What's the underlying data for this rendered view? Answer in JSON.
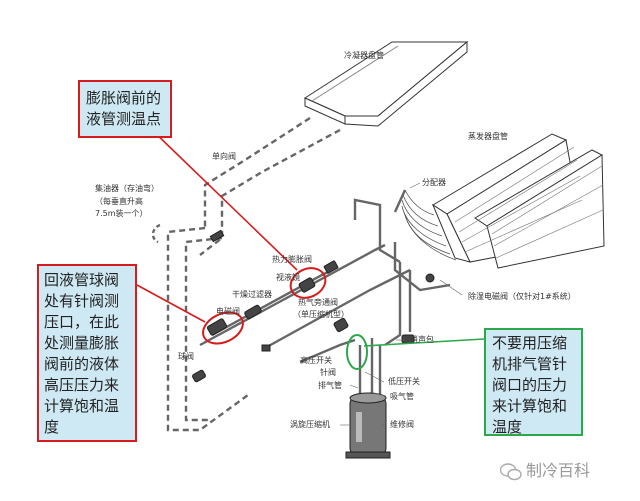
{
  "labels": {
    "condenser_coil": "冷凝器盘管",
    "evaporator_coil": "蒸发器盘管",
    "check_valve": "单向阀",
    "accumulator": "集油器（存油弯）",
    "accumulator_note_1": "（每垂直升高",
    "accumulator_note_2": "7.5m装一个）",
    "distributor": "分配器",
    "txv": "热力膨胀阀",
    "sight_glass": "视液镜",
    "filter_drier": "干燥过滤器",
    "ball_valve": "球阀",
    "hot_gas_bypass": "热气旁通阀",
    "hot_gas_bypass_note": "（单压缩机型）",
    "solenoid_valve": "电磁阀",
    "defrost_solenoid": "除湿电磁阀（仅针对1#系统）",
    "muffler": "消声包",
    "high_pressure_switch": "高压开关",
    "needle_valve": "针阀",
    "discharge_pipe": "排气管",
    "low_pressure_switch": "低压开关",
    "suction_pipe": "吸气管",
    "service_valve": "维修阀",
    "scroll_compressor": "涡旋压缩机"
  },
  "notes": {
    "expansion_point": [
      "膨胀阀前的",
      "液管测温点"
    ],
    "ball_valve_point": [
      "回液管球阀",
      "处有针阀测",
      "压口，在此",
      "处测量膨胀",
      "阀前的液体",
      "高压压力来",
      "计算饱和温",
      "度"
    ],
    "compressor_warning": [
      "不要用压缩",
      "机排气管针",
      "阀口的压力",
      "来计算饱和",
      "温度"
    ]
  },
  "watermark": "制冷百科",
  "colors": {
    "note_fill": "#cfe9f4",
    "red_outline": "#d51d1d",
    "green_outline": "#2ba84a",
    "pipe": "#666666"
  }
}
